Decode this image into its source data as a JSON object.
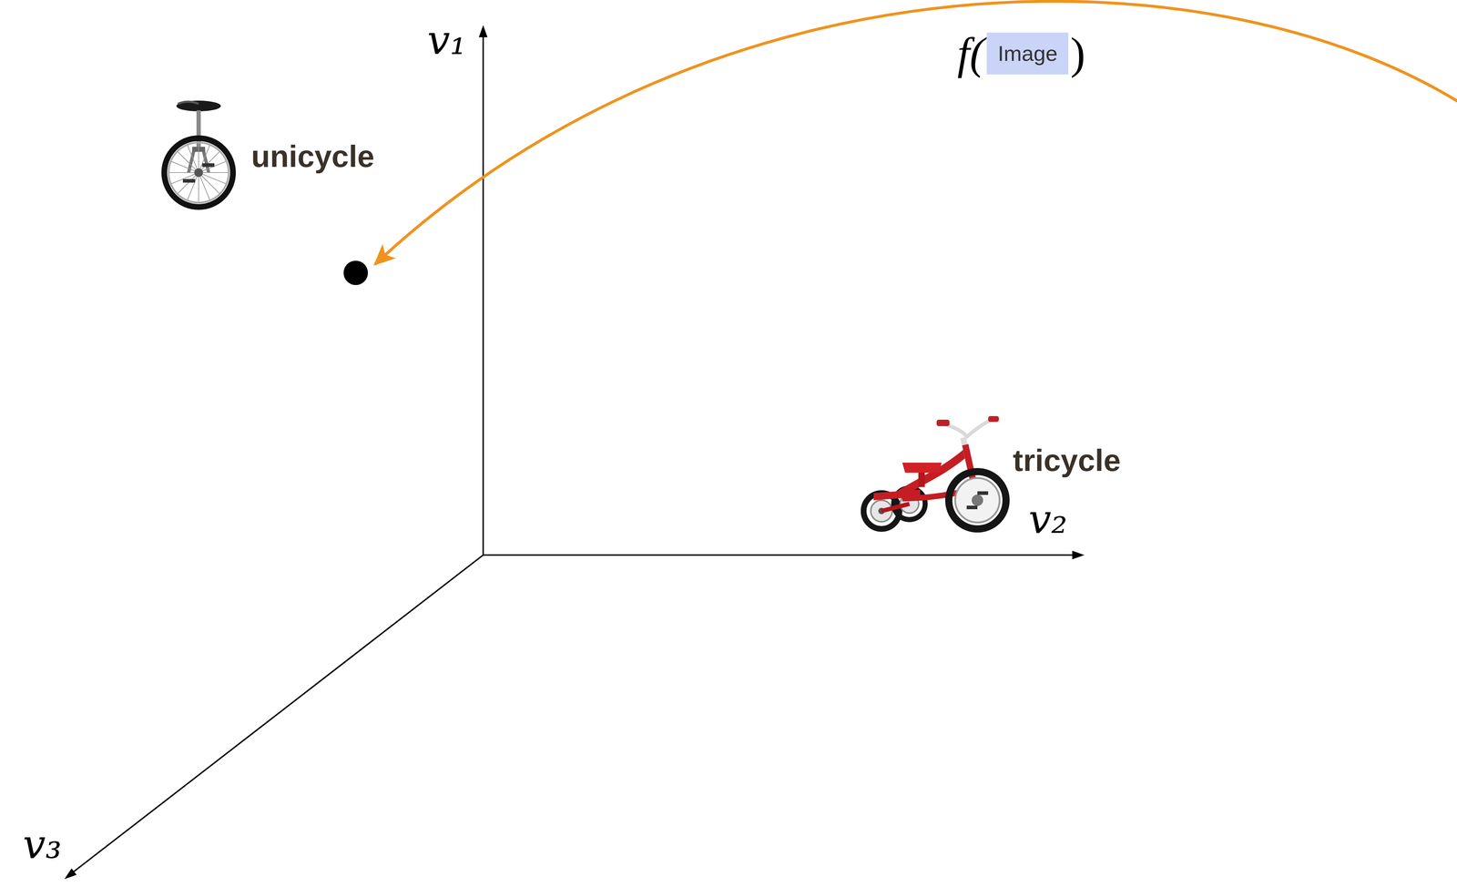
{
  "diagram": {
    "nodes": [
      {
        "text": [
          "Image"
        ]
      }
    ],
    "labels": [
      "v₁",
      "v₂",
      "v₃",
      "unicycle",
      "tricycle",
      "f(",
      ")"
    ]
  }
}
